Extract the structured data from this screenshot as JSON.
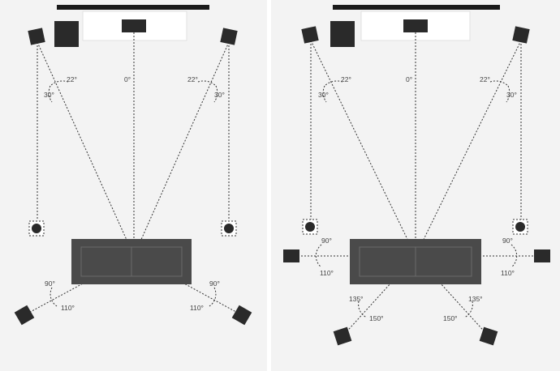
{
  "left_layout": {
    "labels": {
      "center_angle": "0°",
      "front_left_inner": "22°",
      "front_left_outer": "30°",
      "front_right_inner": "22°",
      "front_right_outer": "30°",
      "rear_left_inner": "90°",
      "rear_left_outer": "110°",
      "rear_right_inner": "90°",
      "rear_right_outer": "110°"
    }
  },
  "right_layout": {
    "labels": {
      "center_angle": "0°",
      "front_left_inner": "22°",
      "front_left_outer": "30°",
      "front_right_inner": "22°",
      "front_right_outer": "30°",
      "side_left_inner": "90°",
      "side_left_outer": "110°",
      "side_right_inner": "90°",
      "side_right_outer": "110°",
      "rear_left_inner": "135°",
      "rear_left_outer": "150°",
      "rear_right_inner": "135°",
      "rear_right_outer": "150°"
    }
  }
}
